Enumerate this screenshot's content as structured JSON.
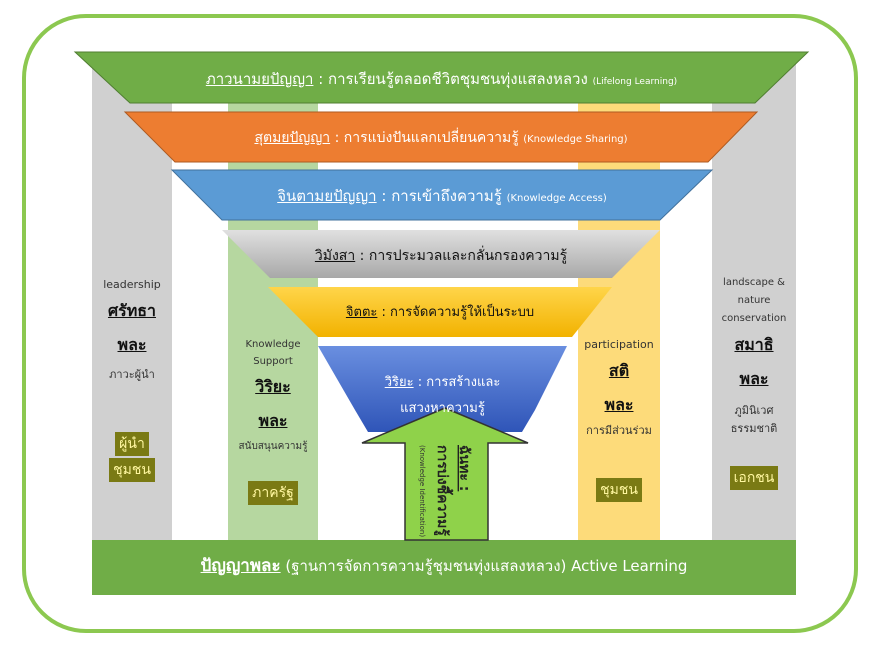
{
  "colors": {
    "frame": "#8cc850",
    "green": "#70ad47",
    "orange": "#ed7d31",
    "blue": "#5b9bd5",
    "gray": "#bfbfbf",
    "yellow": "#ffc000",
    "pillar_gray": "#d0d0d0",
    "pillar_green": "#b6d7a0",
    "pillar_yellow": "#fddb7a",
    "tag": "#7a7a14"
  },
  "funnel": [
    {
      "key": "ภาวนามยปัญญา",
      "sep": " : ",
      "desc": "การเรียนรู้ตลอดชีวิตชุมชนทุ่งแสลงหลวง",
      "en": "(Lifelong Learning)"
    },
    {
      "key": "สุตมยปัญญา",
      "sep": " : ",
      "desc": "การแบ่งปันแลกเปลี่ยนความรู้",
      "en": "(Knowledge Sharing)"
    },
    {
      "key": "จินตามยปัญญา",
      "sep": " : ",
      "desc": "การเข้าถึงความรู้",
      "en": "(Knowledge Access)"
    },
    {
      "key": "วิมังสา",
      "sep": " : ",
      "desc": "การประมวลและกลั่นกรองความรู้",
      "en": ""
    },
    {
      "key": "จิตตะ",
      "sep": " : ",
      "desc": "การจัดความรู้ให้เป็นระบบ",
      "en": ""
    },
    {
      "key": "วิริยะ",
      "sep": " : ",
      "desc": "การสร้างและ",
      "desc2": "แสวงหาความรู้"
    }
  ],
  "arrow": {
    "key": "ฉันทะ :",
    "desc": "การบ่งชี้ความรู้",
    "en": "(Knowledge Identification)"
  },
  "pillars": [
    {
      "en": "leadership",
      "th1": "ศรัทธา",
      "th2": "พละ",
      "sub": "ภาวะผู้นำ",
      "tag1": "ผู้นำ",
      "tag2": "ชุมชน"
    },
    {
      "en1": "Knowledge",
      "en2": "Support",
      "th1": "วิริยะ",
      "th2": "พละ",
      "sub": "สนับสนุนความรู้",
      "tag": "ภาครัฐ"
    },
    {
      "en": "participation",
      "th1": "สติ",
      "th2": "พละ",
      "sub": "การมีส่วนร่วม",
      "tag": "ชุมชน"
    },
    {
      "en1": "landscape &",
      "en2": "nature",
      "en3": "conservation",
      "th1": "สมาธิ",
      "th2": "พละ",
      "sub1": "ภูมินิเวศ",
      "sub2": "ธรรมชาติ",
      "tag": "เอกชน"
    }
  ],
  "base": {
    "key": "ปัญญาพละ",
    "desc": " (ฐานการจัดการความรู้ชุมชนทุ่งแสลงหลวง) Active Learning"
  }
}
